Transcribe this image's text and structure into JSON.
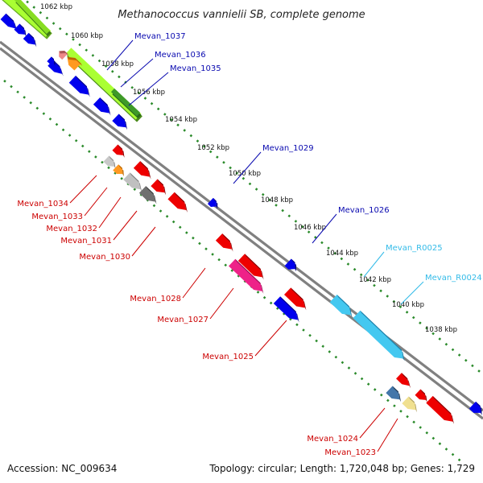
{
  "title": "Methanococcus vannielii SB, complete genome",
  "footer": {
    "accession": "Accession: NC_009634",
    "summary": "Topology: circular; Length: 1,720,048 bp; Genes: 1,729"
  },
  "colors": {
    "background": "#ffffff",
    "backbone": "#808080",
    "forward_label": "#0a0ab0",
    "reverse_label": "#cc0000",
    "rna_label": "#33bbe8",
    "forward_cds": "#0000ee",
    "reverse_cds": "#ee0000",
    "rna": "#44c8f0",
    "gc_skew_dots": "#2a8a2a"
  },
  "ticks": [
    "1062 kbp",
    "1060 kbp",
    "1058 kbp",
    "1056 kbp",
    "1054 kbp",
    "1052 kbp",
    "1050 kbp",
    "1048 kbp",
    "1046 kbp",
    "1044 kbp",
    "1042 kbp",
    "1040 kbp",
    "1038 kbp"
  ],
  "genes": {
    "forward": [
      "Mevan_1037",
      "Mevan_1036",
      "Mevan_1035",
      "Mevan_1029",
      "Mevan_1026"
    ],
    "rna": [
      "Mevan_R0025",
      "Mevan_R0024"
    ],
    "reverse": [
      "Mevan_1034",
      "Mevan_1033",
      "Mevan_1032",
      "Mevan_1031",
      "Mevan_1030",
      "Mevan_1028",
      "Mevan_1027",
      "Mevan_1025",
      "Mevan_1024",
      "Mevan_1023"
    ]
  }
}
